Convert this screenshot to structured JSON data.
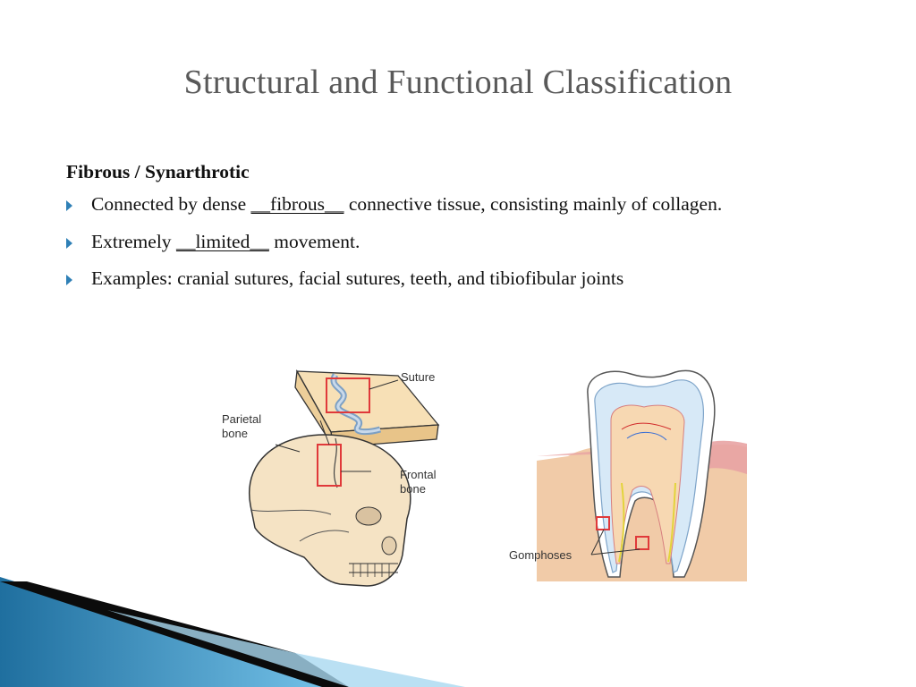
{
  "slide": {
    "title": "Structural and Functional Classification",
    "heading": "Fibrous / Synarthrotic",
    "bullets": [
      {
        "before": "Connected by dense ",
        "blank": "__fibrous__",
        "after": " connective tissue, consisting mainly of collagen."
      },
      {
        "before": "Extremely ",
        "blank": "__limited__",
        "after": " movement."
      },
      {
        "before": "Examples: cranial sutures, facial sutures, teeth, and tibiofibular joints",
        "blank": "",
        "after": ""
      }
    ],
    "bullet_color": "#2f80b6",
    "accent_colors": [
      "#2b9fd8",
      "#1f6f9f",
      "#0b0b0b"
    ]
  },
  "figures": {
    "skull": {
      "label_suture": "Suture",
      "label_parietal": "Parietal\nbone",
      "label_frontal": "Frontal\nbone",
      "highlight_color": "#e0393a"
    },
    "tooth": {
      "label_gomphoses": "Gomphoses",
      "highlight_color": "#e0393a"
    }
  }
}
